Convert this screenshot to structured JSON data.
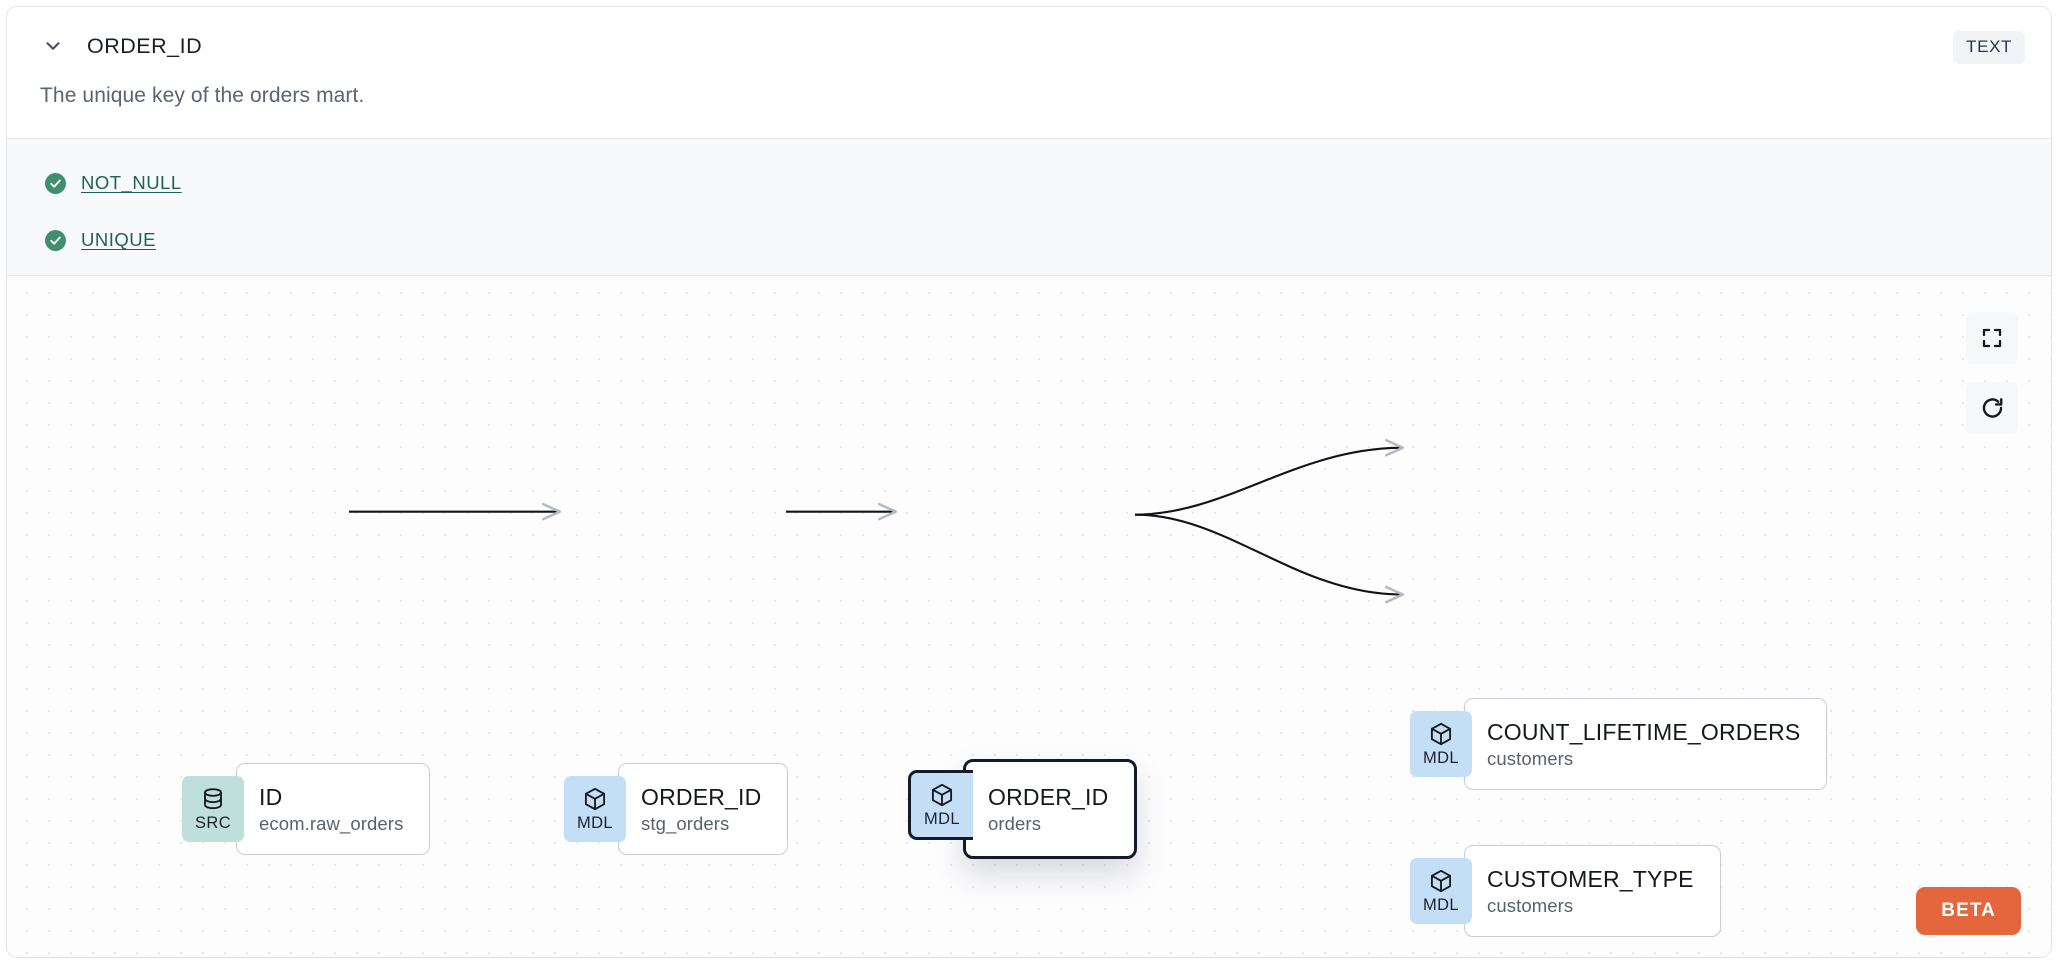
{
  "header": {
    "chevron_icon": "chevron-down-icon",
    "column_name": "ORDER_ID",
    "type_badge": "TEXT",
    "description": "The unique key of the orders mart."
  },
  "tests": [
    {
      "icon": "check-circle-icon",
      "label": "NOT_NULL"
    },
    {
      "icon": "check-circle-icon",
      "label": "UNIQUE"
    }
  ],
  "lineage": {
    "nodes": [
      {
        "id": "src_id",
        "badge": "SRC",
        "badge_icon": "database-icon",
        "name": "ID",
        "sub": "ecom.raw_orders",
        "selected": false
      },
      {
        "id": "stg",
        "badge": "MDL",
        "badge_icon": "cube-icon",
        "name": "ORDER_ID",
        "sub": "stg_orders",
        "selected": false
      },
      {
        "id": "orders",
        "badge": "MDL",
        "badge_icon": "cube-icon",
        "name": "ORDER_ID",
        "sub": "orders",
        "selected": true
      },
      {
        "id": "count",
        "badge": "MDL",
        "badge_icon": "cube-icon",
        "name": "COUNT_LIFETIME_ORDERS",
        "sub": "customers",
        "selected": false
      },
      {
        "id": "custtype",
        "badge": "MDL",
        "badge_icon": "cube-icon",
        "name": "CUSTOMER_TYPE",
        "sub": "customers",
        "selected": false
      }
    ],
    "edges": [
      {
        "from": "src_id",
        "to": "stg"
      },
      {
        "from": "stg",
        "to": "orders"
      },
      {
        "from": "orders",
        "to": "count"
      },
      {
        "from": "orders",
        "to": "custtype"
      }
    ]
  },
  "controls": [
    {
      "icon": "fit-view-icon",
      "name": "fit-view-button"
    },
    {
      "icon": "refresh-icon",
      "name": "reset-button"
    }
  ],
  "beta_badge": "BETA",
  "colors": {
    "src_badge": "#bfdfda",
    "mdl_badge": "#c3def5",
    "test_pass": "#3f8f6e",
    "link": "#216155",
    "beta": "#e4663c",
    "selected_border": "#141a29"
  }
}
